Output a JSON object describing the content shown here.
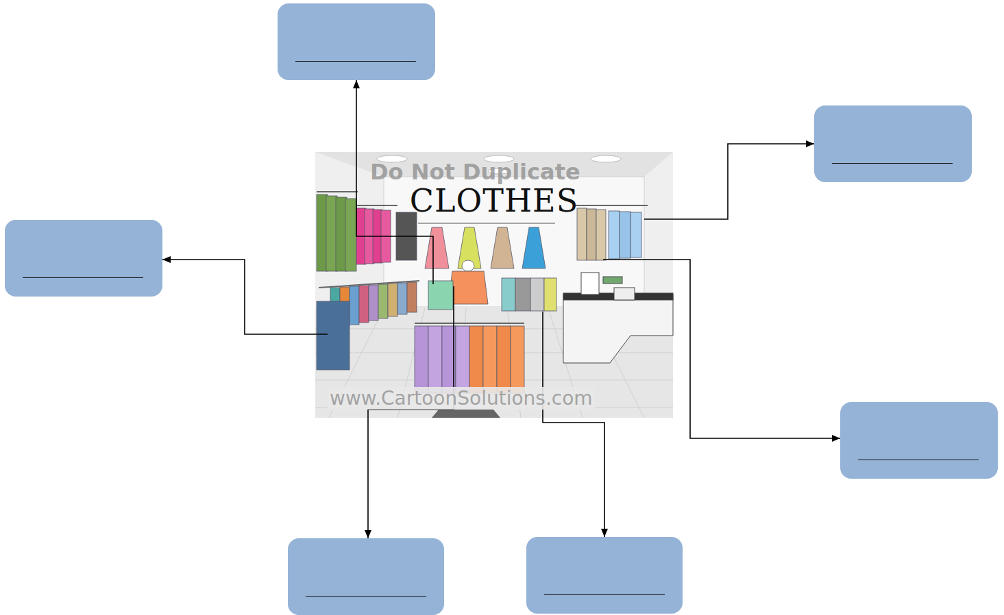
{
  "diagram": {
    "nodes": [
      {
        "text": [
          "CLOTHES"
        ]
      },
      {
        "text": []
      },
      {
        "text": []
      },
      {
        "text": []
      },
      {
        "text": []
      },
      {
        "text": []
      },
      {
        "text": []
      }
    ],
    "edges": [
      {
        "from": 0,
        "to": 1,
        "arrow": "to"
      },
      {
        "from": 0,
        "to": 2,
        "arrow": "to"
      },
      {
        "from": 0,
        "to": 3,
        "arrow": "to"
      },
      {
        "from": 0,
        "to": 4,
        "arrow": "to"
      },
      {
        "from": 0,
        "to": 5,
        "arrow": "to"
      },
      {
        "from": 0,
        "to": 6,
        "arrow": "to"
      }
    ],
    "labels": [
      "Do Not Duplicate",
      "www.CartoonSolutions.com"
    ]
  }
}
